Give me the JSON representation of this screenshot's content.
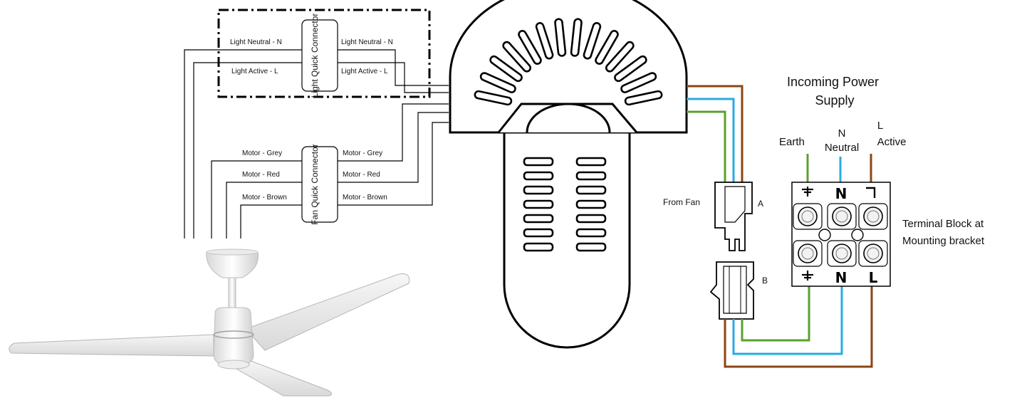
{
  "light_connector": {
    "title": "Light Quick Connector",
    "left_labels": [
      "Light Neutral - N",
      "Light Active - L"
    ],
    "right_labels": [
      "Light Neutral - N",
      "Light Active - L"
    ]
  },
  "fan_connector": {
    "title": "Fan Quick Connector",
    "left_labels": [
      "Motor - Grey",
      "Motor - Red",
      "Motor - Brown"
    ],
    "right_labels": [
      "Motor - Grey",
      "Motor - Red",
      "Motor - Brown"
    ]
  },
  "incoming_power": {
    "title_line1": "Incoming Power",
    "title_line2": "Supply"
  },
  "supply_wires": {
    "earth": "Earth",
    "neutral_letter": "N",
    "neutral_word": "Neutral",
    "active_letter": "L",
    "active_word": "Active"
  },
  "plug": {
    "from_fan": "From Fan",
    "a": "A",
    "b": "B"
  },
  "terminal_block": {
    "caption_line1": "Terminal Block at",
    "caption_line2": "Mounting bracket",
    "top_n": "N",
    "bottom_n": "N",
    "bottom_l": "L"
  },
  "colors": {
    "earth": "#5aa02c",
    "neutral": "#29abe2",
    "active": "#8b4513",
    "outline": "#000000"
  },
  "icons": [
    "earth-symbol-icon",
    "active-bracket-icon",
    "ceiling-fan-photo",
    "fan-motor-housing"
  ]
}
